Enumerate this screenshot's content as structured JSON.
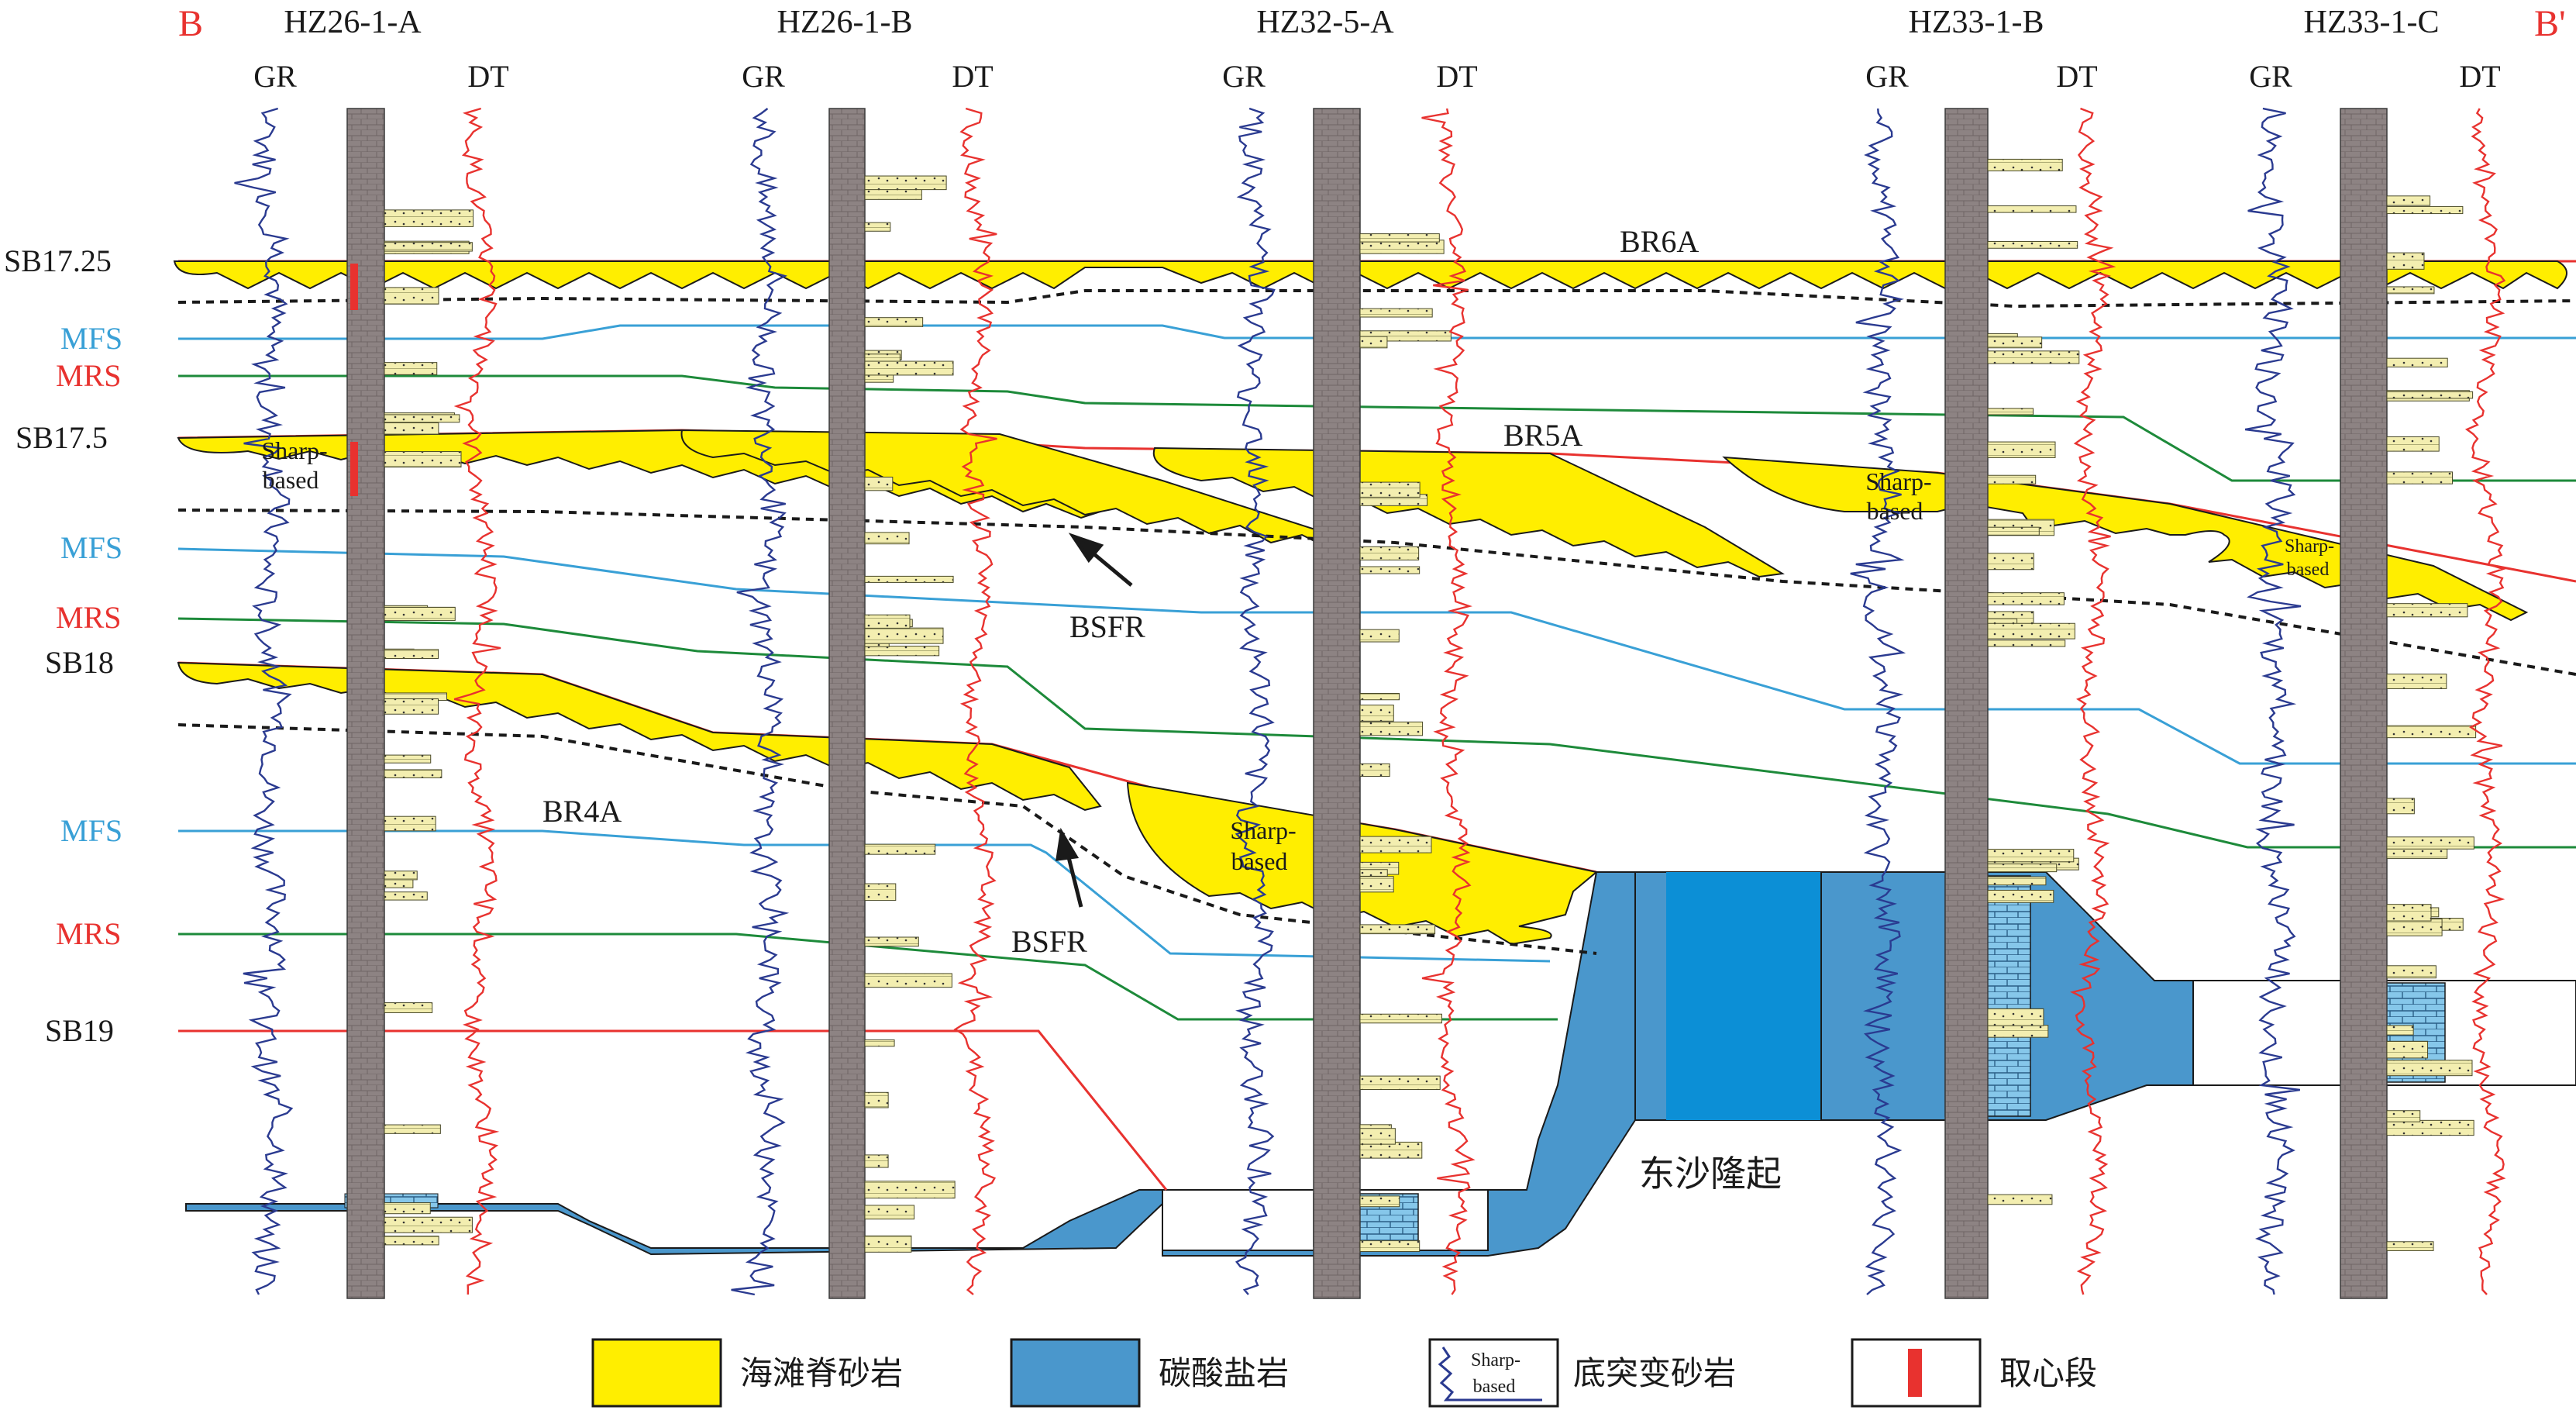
{
  "section": {
    "start_label": "B",
    "end_label": "B'",
    "colors": {
      "sb": "#e8322f",
      "mfs": "#39a0d6",
      "mrs": "#1d8a3a",
      "dashed": "#1a1a1a",
      "sand": "#ffee00",
      "carbonate": "#4a97cc",
      "carbonate_deep": "#0c8fd6",
      "gr_curve": "#2a3a90",
      "dt_curve": "#e8322f",
      "lith_column": "#8a8080"
    }
  },
  "wells": [
    {
      "name": "HZ26-1-A",
      "gr": "GR",
      "dt": "DT"
    },
    {
      "name": "HZ26-1-B",
      "gr": "GR",
      "dt": "DT"
    },
    {
      "name": "HZ32-5-A",
      "gr": "GR",
      "dt": "DT"
    },
    {
      "name": "HZ33-1-B",
      "gr": "GR",
      "dt": "DT"
    },
    {
      "name": "HZ33-1-C",
      "gr": "GR",
      "dt": "DT"
    }
  ],
  "surfaces": [
    {
      "label": "SB17.25",
      "type": "sb"
    },
    {
      "label": "MFS",
      "type": "mfs"
    },
    {
      "label": "MRS",
      "type": "mrs"
    },
    {
      "label": "SB17.5",
      "type": "sb"
    },
    {
      "label": "MFS",
      "type": "mfs"
    },
    {
      "label": "MRS",
      "type": "mrs"
    },
    {
      "label": "SB18",
      "type": "sb"
    },
    {
      "label": "MFS",
      "type": "mfs"
    },
    {
      "label": "MRS",
      "type": "mrs"
    },
    {
      "label": "SB19",
      "type": "sb"
    }
  ],
  "annotations": {
    "br6a": "BR6A",
    "br5a": "BR5A",
    "br4a": "BR4A",
    "bsfr": "BSFR",
    "sharp": "Sharp-",
    "based": "based",
    "uplift": "东沙隆起"
  },
  "legend": [
    {
      "label": "海滩脊砂岩",
      "icon": "yellow-swatch"
    },
    {
      "label": "碳酸盐岩",
      "icon": "blue-swatch"
    },
    {
      "label": "底突变砂岩",
      "icon": "sharp-based-curve",
      "inner_top": "Sharp-",
      "inner_bottom": "based"
    },
    {
      "label": "取心段",
      "icon": "red-core-bar"
    }
  ]
}
